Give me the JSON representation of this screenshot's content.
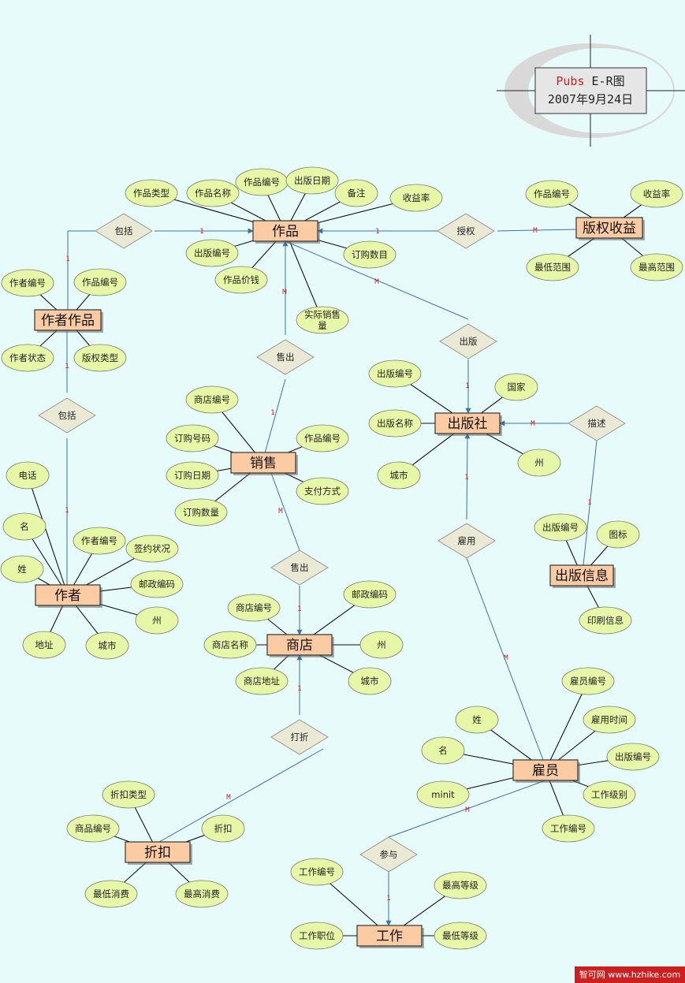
{
  "title": {
    "line1_prefix": "Pubs",
    "line1_suffix": " E-R图",
    "line2": "2007年9月24日"
  },
  "colors": {
    "entity": "#fbcba4",
    "attribute": "#e6f8a8",
    "relationship": "#e9e9d6",
    "connector": "#3d6fa8",
    "cardinality": "#cc2020",
    "background": "#e8fbfb"
  },
  "entities": [
    {
      "id": "works",
      "label": "作品"
    },
    {
      "id": "author_works",
      "label": "作者作品"
    },
    {
      "id": "copyright",
      "label": "版权收益"
    },
    {
      "id": "sales",
      "label": "销售"
    },
    {
      "id": "publisher",
      "label": "出版社"
    },
    {
      "id": "author",
      "label": "作者"
    },
    {
      "id": "pubinfo",
      "label": "出版信息"
    },
    {
      "id": "store",
      "label": "商店"
    },
    {
      "id": "employee",
      "label": "雇员"
    },
    {
      "id": "discount",
      "label": "折扣"
    },
    {
      "id": "job",
      "label": "工作"
    }
  ],
  "relationships": [
    {
      "id": "r_include1",
      "label": "包括"
    },
    {
      "id": "r_license",
      "label": "授权"
    },
    {
      "id": "r_sell1",
      "label": "售出"
    },
    {
      "id": "r_publish",
      "label": "出版"
    },
    {
      "id": "r_include2",
      "label": "包括"
    },
    {
      "id": "r_describe",
      "label": "描述"
    },
    {
      "id": "r_hire",
      "label": "雇用"
    },
    {
      "id": "r_sell2",
      "label": "售出"
    },
    {
      "id": "r_discount",
      "label": "打折"
    },
    {
      "id": "r_join",
      "label": "参与"
    }
  ],
  "attributes": [
    {
      "id": "a1",
      "label": "作品类型"
    },
    {
      "id": "a2",
      "label": "作品名称"
    },
    {
      "id": "a3",
      "label": "作品编号"
    },
    {
      "id": "a4",
      "label": "出版日期"
    },
    {
      "id": "a5",
      "label": "备注"
    },
    {
      "id": "a6",
      "label": "收益率"
    },
    {
      "id": "a7",
      "label": "出版编号"
    },
    {
      "id": "a8",
      "label": "订购数目"
    },
    {
      "id": "a9",
      "label": "作品价钱"
    },
    {
      "id": "a10",
      "label": "实际销售量"
    },
    {
      "id": "a11",
      "label": "作品编号"
    },
    {
      "id": "a12",
      "label": "收益率"
    },
    {
      "id": "a13",
      "label": "最低范围"
    },
    {
      "id": "a14",
      "label": "最高范围"
    },
    {
      "id": "a15",
      "label": "作者编号"
    },
    {
      "id": "a16",
      "label": "作品编号"
    },
    {
      "id": "a17",
      "label": "作者状态"
    },
    {
      "id": "a18",
      "label": "版权类型"
    },
    {
      "id": "a19",
      "label": "商店编号"
    },
    {
      "id": "a20",
      "label": "订购号码"
    },
    {
      "id": "a21",
      "label": "作品编号"
    },
    {
      "id": "a22",
      "label": "订购日期"
    },
    {
      "id": "a23",
      "label": "支付方式"
    },
    {
      "id": "a24",
      "label": "订购数量"
    },
    {
      "id": "a25",
      "label": "出版编号"
    },
    {
      "id": "a26",
      "label": "国家"
    },
    {
      "id": "a27",
      "label": "出版名称"
    },
    {
      "id": "a28",
      "label": "城市"
    },
    {
      "id": "a29",
      "label": "州"
    },
    {
      "id": "a30",
      "label": "电话"
    },
    {
      "id": "a31",
      "label": "名"
    },
    {
      "id": "a32",
      "label": "作者编号"
    },
    {
      "id": "a33",
      "label": "签约状况"
    },
    {
      "id": "a34",
      "label": "姓"
    },
    {
      "id": "a35",
      "label": "邮政编码"
    },
    {
      "id": "a36",
      "label": "州"
    },
    {
      "id": "a37",
      "label": "地址"
    },
    {
      "id": "a38",
      "label": "城市"
    },
    {
      "id": "a39",
      "label": "出版编号"
    },
    {
      "id": "a40",
      "label": "图标"
    },
    {
      "id": "a41",
      "label": "印刷信息"
    },
    {
      "id": "a42",
      "label": "商店编号"
    },
    {
      "id": "a43",
      "label": "邮政编码"
    },
    {
      "id": "a44",
      "label": "商店名称"
    },
    {
      "id": "a45",
      "label": "州"
    },
    {
      "id": "a46",
      "label": "商店地址"
    },
    {
      "id": "a47",
      "label": "城市"
    },
    {
      "id": "a48",
      "label": "雇员编号"
    },
    {
      "id": "a49",
      "label": "姓"
    },
    {
      "id": "a50",
      "label": "雇用时间"
    },
    {
      "id": "a51",
      "label": "名"
    },
    {
      "id": "a52",
      "label": "出版编号"
    },
    {
      "id": "a53",
      "label": "minit"
    },
    {
      "id": "a54",
      "label": "工作级别"
    },
    {
      "id": "a55",
      "label": "工作编号"
    },
    {
      "id": "a56",
      "label": "折扣类型"
    },
    {
      "id": "a57",
      "label": "商品编号"
    },
    {
      "id": "a58",
      "label": "折扣"
    },
    {
      "id": "a59",
      "label": "最低消费"
    },
    {
      "id": "a60",
      "label": "最高消费"
    },
    {
      "id": "a61",
      "label": "工作编号"
    },
    {
      "id": "a62",
      "label": "最高等级"
    },
    {
      "id": "a63",
      "label": "工作职位"
    },
    {
      "id": "a64",
      "label": "最低等级"
    }
  ],
  "cardinality_labels": {
    "one": "1",
    "many": "M"
  },
  "watermark": {
    "text": "智可网 www.hzhike.com"
  }
}
